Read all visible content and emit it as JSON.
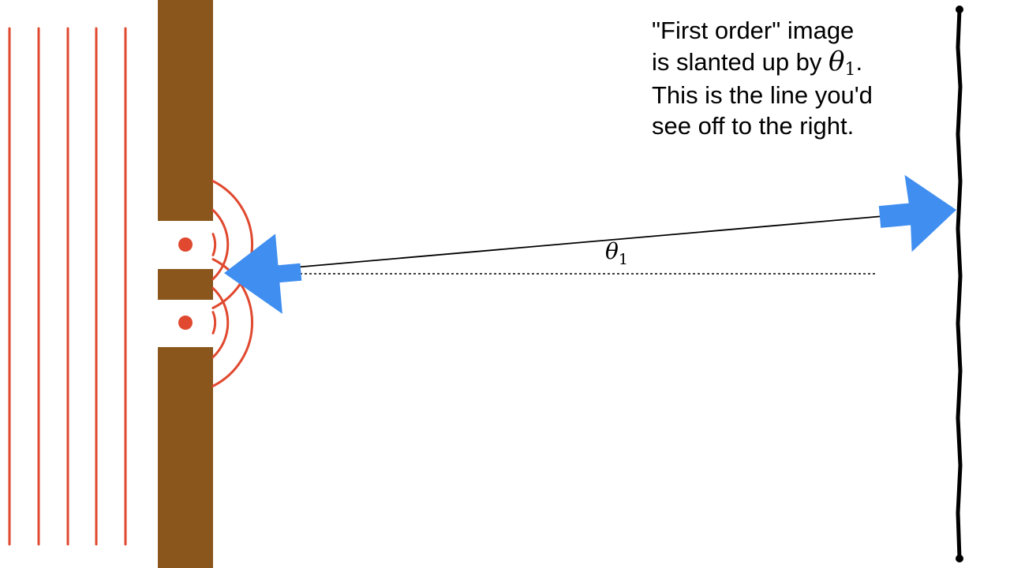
{
  "caption": {
    "line1": "\"First order\" image",
    "line2_prefix": "is slanted up by ",
    "line2_symbol": "θ",
    "line2_subscript": "1",
    "line2_suffix": ".",
    "line3": "This is the line you'd",
    "line4": "see off to the right."
  },
  "angle_label": {
    "symbol": "θ",
    "subscript": "1"
  },
  "colors": {
    "wave": "#e0492f",
    "barrier": "#8b561c",
    "arrow": "#3f8ef0",
    "screen": "#000000",
    "background": "#ffffff"
  }
}
